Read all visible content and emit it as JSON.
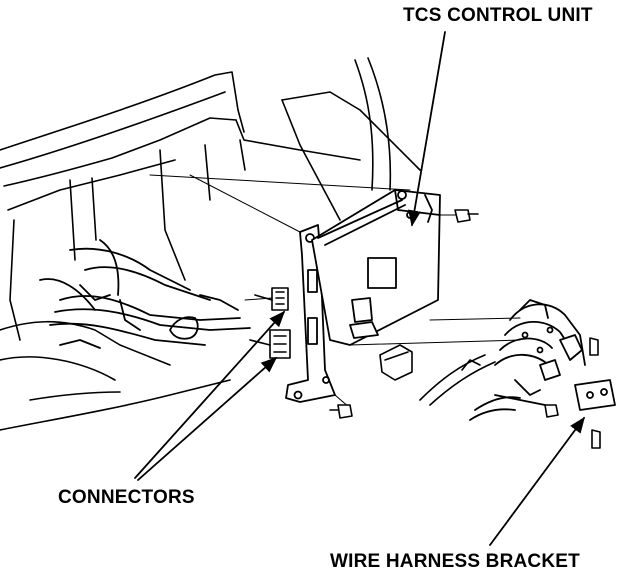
{
  "labels": {
    "tcs_control_unit": "TCS CONTROL UNIT",
    "connectors": "CONNECTORS",
    "wire_harness_bracket": "WIRE HARNESS BRACKET"
  },
  "colors": {
    "ink": "#000000",
    "paper": "#ffffff"
  }
}
